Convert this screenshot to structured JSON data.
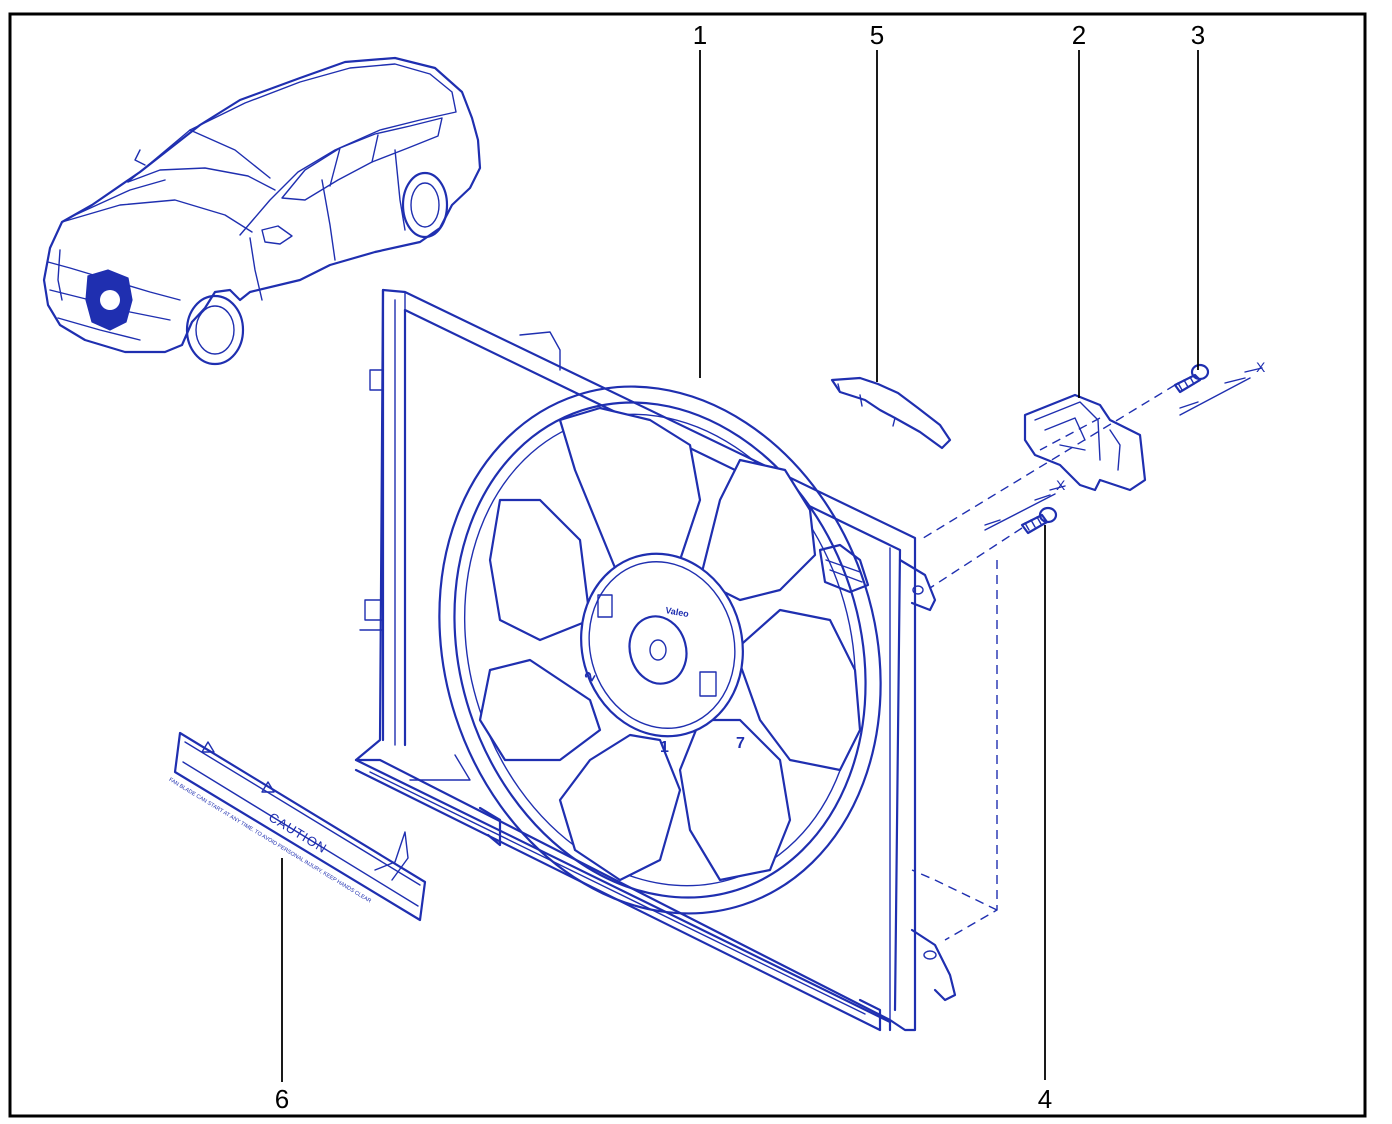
{
  "callouts": [
    {
      "id": "1",
      "label": "1"
    },
    {
      "id": "2",
      "label": "2"
    },
    {
      "id": "3",
      "label": "3"
    },
    {
      "id": "4",
      "label": "4"
    },
    {
      "id": "5",
      "label": "5"
    },
    {
      "id": "6",
      "label": "6"
    }
  ],
  "dimension_marks": {
    "upper_x": "X",
    "lower_x": "X"
  },
  "fan_blade_numbers": [
    "1",
    "7",
    "2"
  ],
  "label_sticker": {
    "caution_title": "CAUTION",
    "warning_text": "FAN BLADE CAN START AT ANY TIME. TO AVOID PERSONAL INJURY, KEEP HANDS CLEAR"
  },
  "colors": {
    "line": "#1f2fb0",
    "callout_text": "#000000",
    "border": "#000000",
    "background": "#ffffff"
  }
}
